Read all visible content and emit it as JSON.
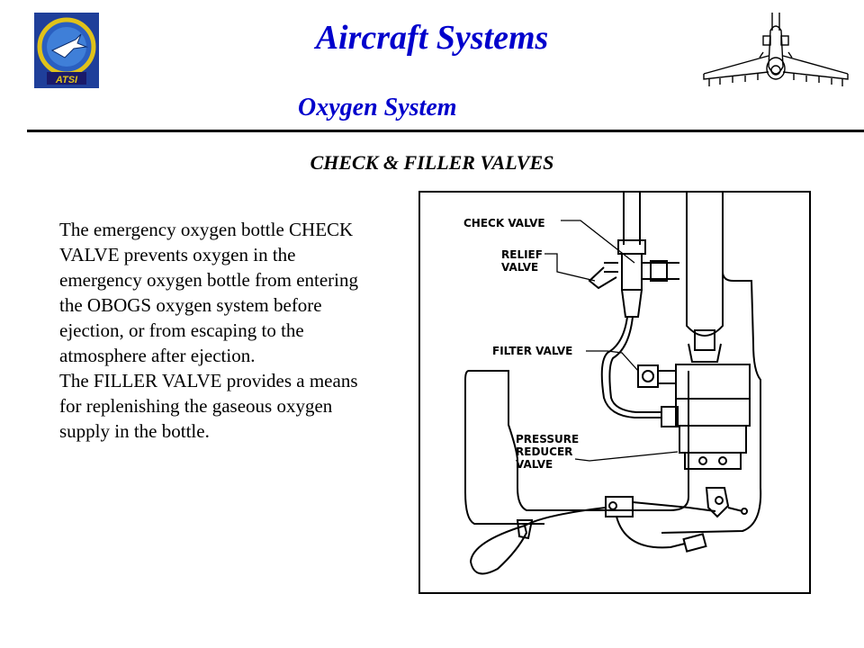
{
  "header": {
    "title": "Aircraft Systems",
    "subtitle": "Oxygen System",
    "logo_text": "ATSI"
  },
  "section_title": "CHECK & FILLER VALVES",
  "body": {
    "paragraph_1": "The emergency oxygen bottle CHECK VALVE prevents oxygen in the emergency oxygen bottle from entering the OBOGS oxygen system before ejection, or from escaping to the atmosphere after ejection.",
    "paragraph_2": "The FILLER VALVE provides a means for replenishing the gaseous oxygen supply in the bottle."
  },
  "diagram": {
    "labels": {
      "check_valve": "CHECK VALVE",
      "relief_line1": "RELIEF",
      "relief_line2": "VALVE",
      "filter_valve": "FILTER VALVE",
      "pressure_line1": "PRESSURE",
      "pressure_line2": "REDUCER",
      "pressure_line3": "VALVE"
    }
  },
  "colors": {
    "title": "#0000cc",
    "text": "#000000",
    "logo_bg": "#2a4fa8",
    "logo_ring": "#e0c21a"
  }
}
